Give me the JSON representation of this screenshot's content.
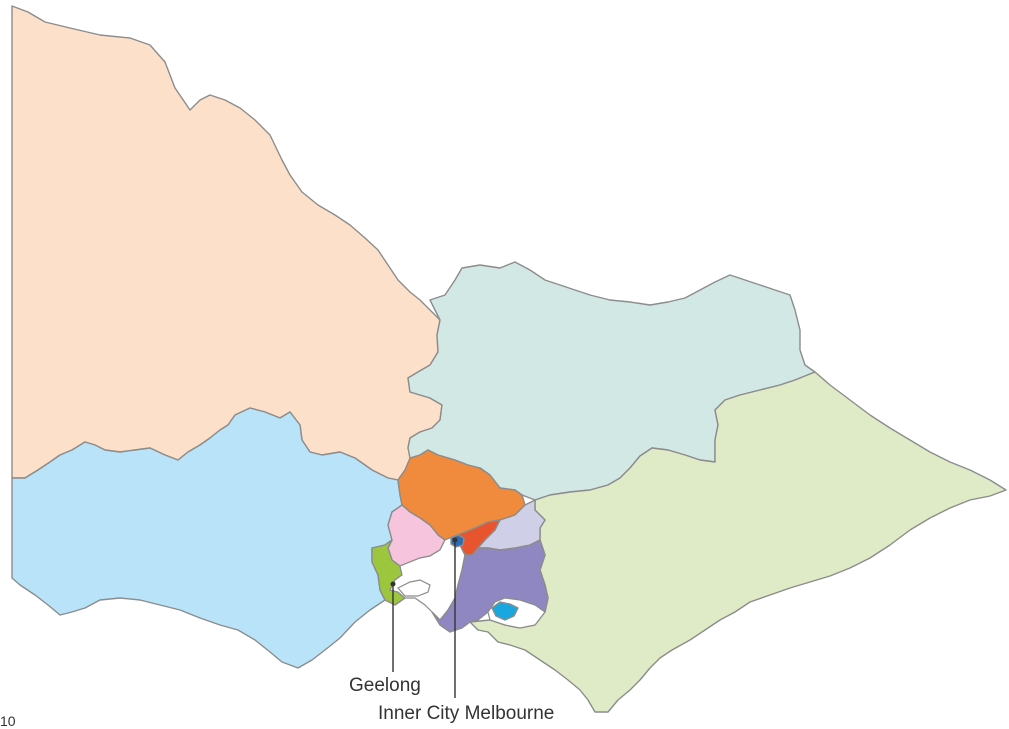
{
  "map": {
    "regions": [
      {
        "id": "north-west",
        "color": "#fde0c9"
      },
      {
        "id": "south-west",
        "color": "#b9e3f8"
      },
      {
        "id": "north-east",
        "color": "#d2e8e5"
      },
      {
        "id": "gippsland",
        "color": "#dfeac6"
      },
      {
        "id": "hume-north",
        "color": "#f08a3c"
      },
      {
        "id": "western-metro",
        "color": "#f6c4dc"
      },
      {
        "id": "geelong-region",
        "color": "#9cc63e"
      },
      {
        "id": "northern-metro",
        "color": "#e8542e"
      },
      {
        "id": "eastern-metro",
        "color": "#d0cfe8"
      },
      {
        "id": "southern-metro",
        "color": "#8e87c1"
      },
      {
        "id": "mornington-inner",
        "color": "#1aa7df"
      },
      {
        "id": "inner-city",
        "color": "#2b6db0"
      }
    ],
    "labels": {
      "geelong": "Geelong",
      "inner_city": "Inner City Melbourne"
    }
  },
  "page": {
    "number": "10"
  }
}
